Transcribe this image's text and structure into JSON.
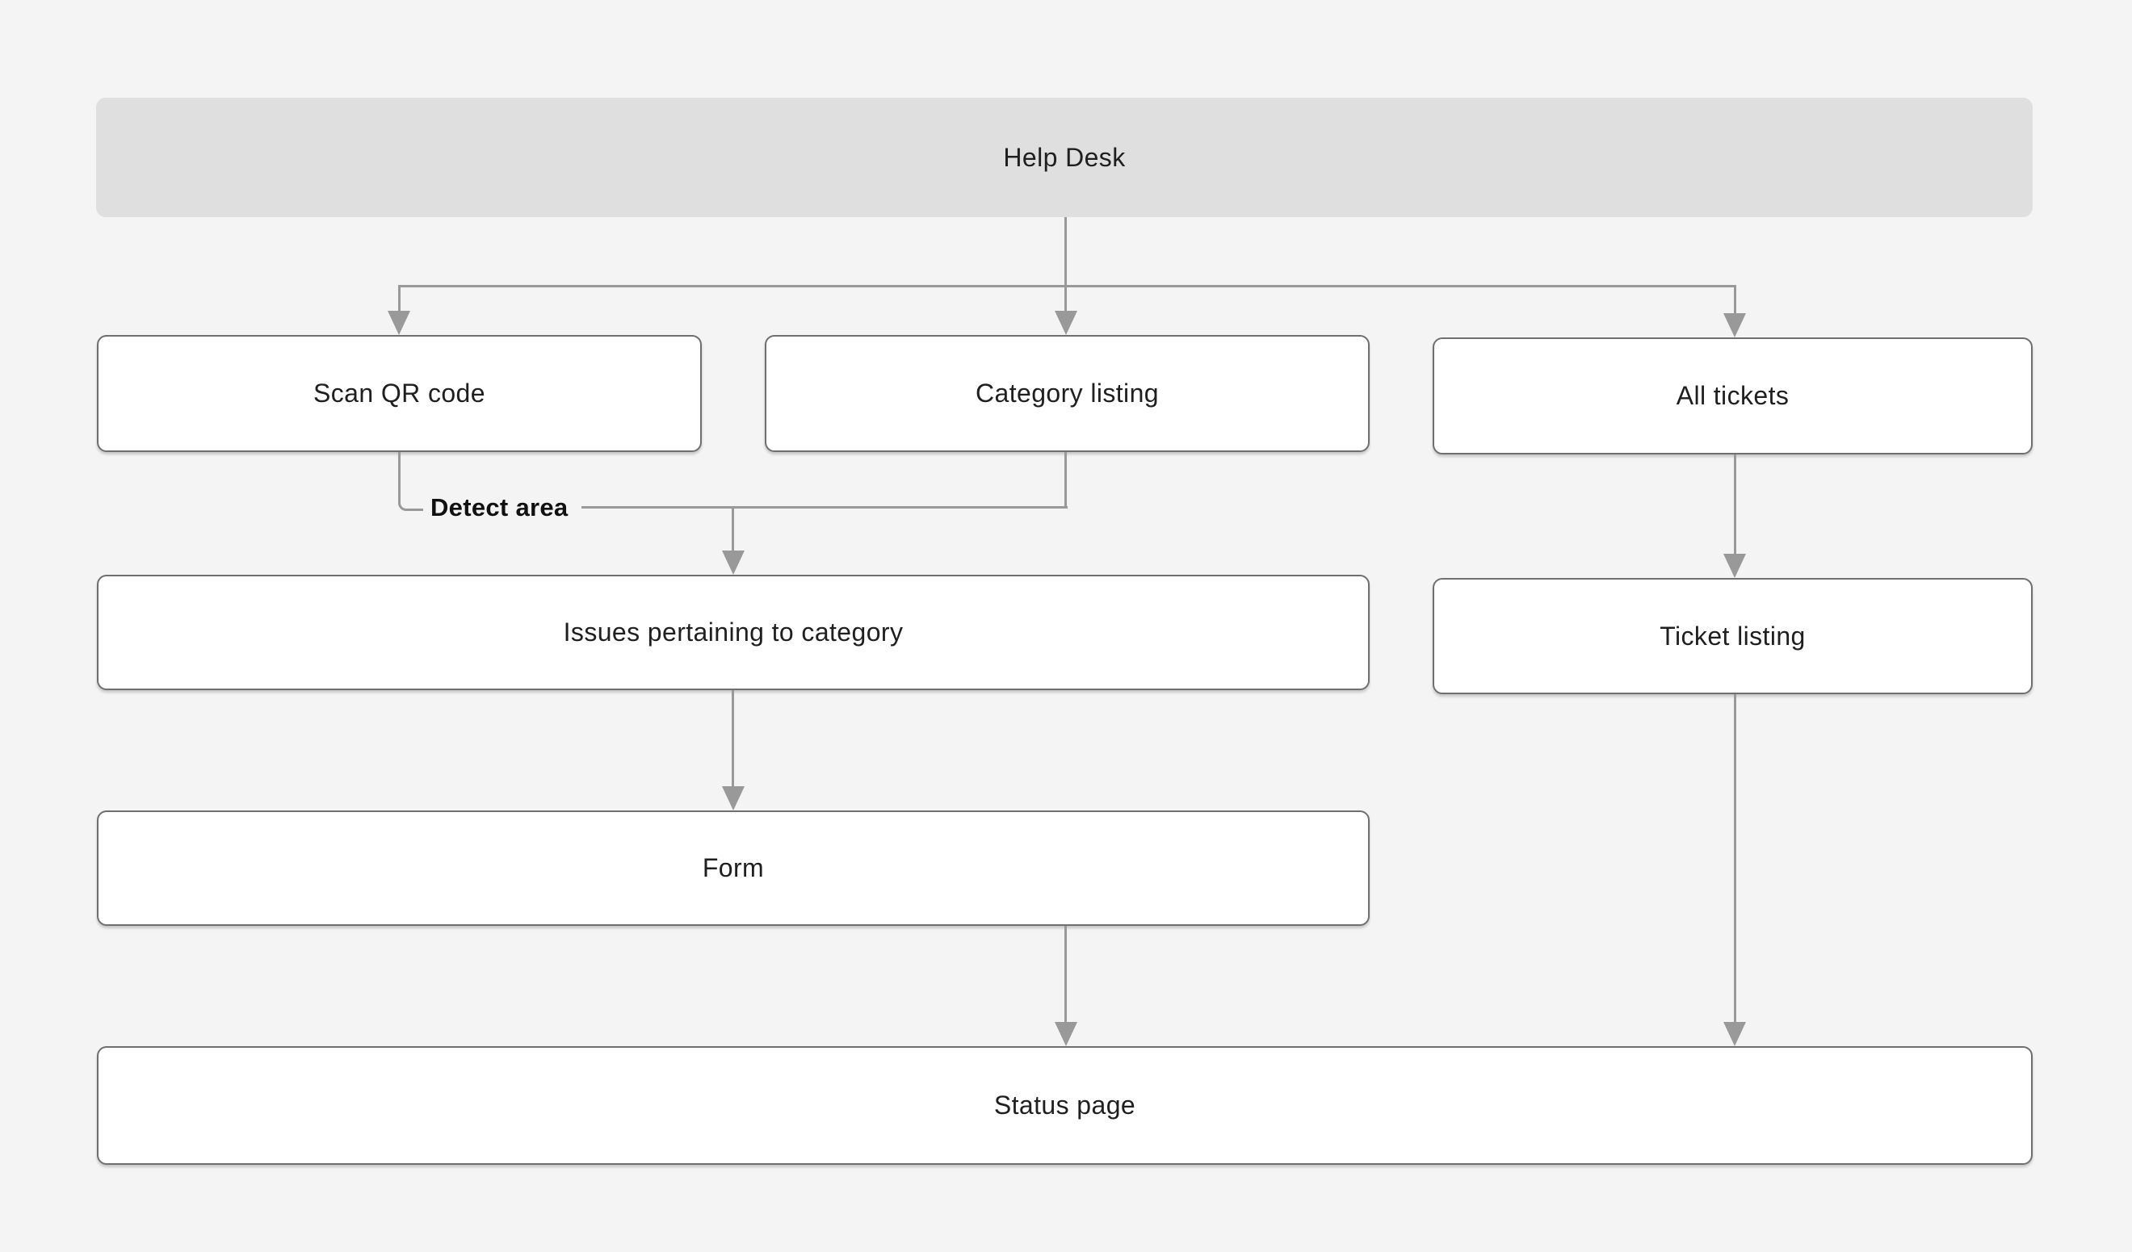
{
  "diagram": {
    "nodes": {
      "help_desk": {
        "label": "Help Desk"
      },
      "scan_qr_code": {
        "label": "Scan QR code"
      },
      "category_listing": {
        "label": "Category listing"
      },
      "all_tickets": {
        "label": "All tickets"
      },
      "issues_pertaining_to_category": {
        "label": "Issues pertaining to category"
      },
      "ticket_listing": {
        "label": "Ticket listing"
      },
      "form": {
        "label": "Form"
      },
      "status_page": {
        "label": "Status page"
      }
    },
    "edge_labels": {
      "detect_area": "Detect area"
    },
    "colors": {
      "background": "#f4f4f4",
      "root_node_fill": "#dfdfdf",
      "node_fill": "#ffffff",
      "node_border": "#6f6f6f",
      "connector": "#999999",
      "label_text": "#1f1f1f"
    }
  }
}
